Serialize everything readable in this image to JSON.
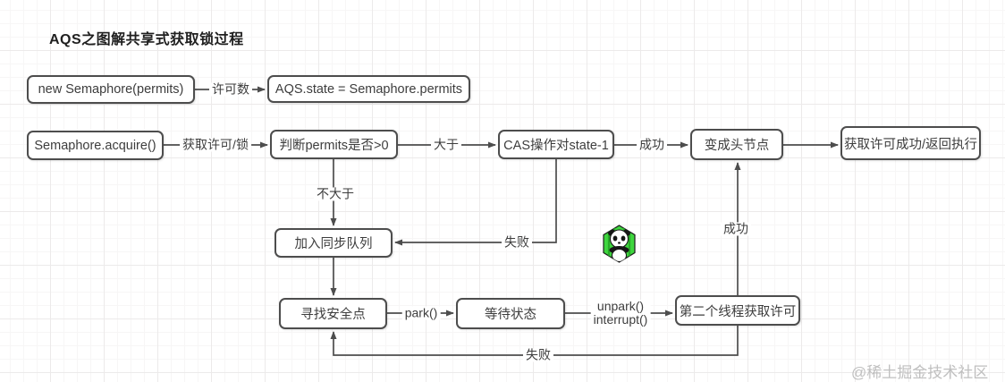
{
  "title": "AQS之图解共享式获取锁过程",
  "watermark": "@稀土掘金技术社区",
  "nodes": {
    "new_semaphore": "new Semaphore(permits)",
    "aqs_state": "AQS.state = Semaphore.permits",
    "acquire": "Semaphore.acquire()",
    "judge_permits": "判断permits是否>0",
    "cas_state": "CAS操作对state-1",
    "become_head": "变成头节点",
    "acquire_success": "获取许可成功/返回执行",
    "join_queue": "加入同步队列",
    "find_safe_point": "寻找安全点",
    "wait_state": "等待状态",
    "second_thread": "第二个线程获取许可"
  },
  "edge_labels": {
    "permit_count": "许可数",
    "acquire_lock": "获取许可/锁",
    "greater": "大于",
    "cas_success": "成功",
    "not_greater": "不大于",
    "cas_fail": "失败",
    "park": "park()",
    "unpark": "unpark()",
    "interrupt": "interrupt()",
    "head_success": "成功",
    "retry_fail": "失败"
  },
  "icons": {
    "panda_icon": "panda-in-green-bamboo-hexagon"
  },
  "colors": {
    "line": "#4d4d4d",
    "box_border": "#4d4d4d",
    "box_fill": "#ffffff",
    "text": "#3d3d3d",
    "watermark": "#bfbfbf",
    "panda_green": "#3ed63e",
    "panda_green_dark": "#28a828"
  }
}
